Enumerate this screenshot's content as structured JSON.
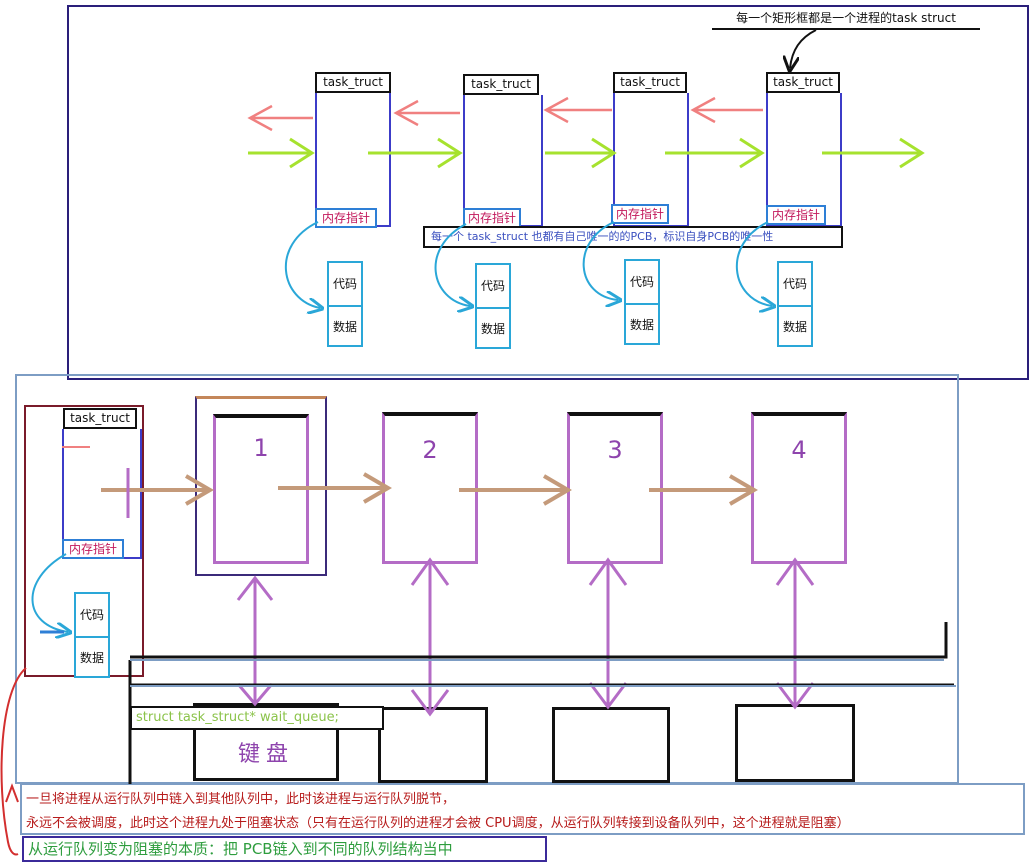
{
  "top_note": "每一个矩形框都是一个进程的task struct",
  "pcb_note": "每一个 task_struct 也都有自己唯一的的PCB，标识自身PCB的唯一性",
  "task_title": "task_truct",
  "mem_ptr_label": "内存指针",
  "code_label": "代码",
  "data_label": "数据",
  "run_queue_nodes": [
    "1",
    "2",
    "3",
    "4"
  ],
  "wait_queue_label": "struct task_struct* wait_queue;",
  "keyboard_label": "键盘",
  "bottom_note_line1": "一旦将进程从运行队列中链入到其他队列中，此时该进程与运行队列脱节，",
  "bottom_note_line2": "永远不会被调度，此时这个进程九处于阻塞状态（只有在运行队列的进程才会被 CPU调度，从运行队列转接到设备队列中，这个进程就是阻塞）",
  "essence_note": "从运行队列变为阻塞的本质：把 PCB链入到不同的队列结构当中",
  "colors": {
    "forward_arrow": "#a6e22e",
    "backward_arrow": "#f08080",
    "run_arrow": "#c49a7a",
    "node_border": "#b46cc6",
    "curved_arrow": "#2aa7d8",
    "red_loop": "#d32f2f"
  }
}
